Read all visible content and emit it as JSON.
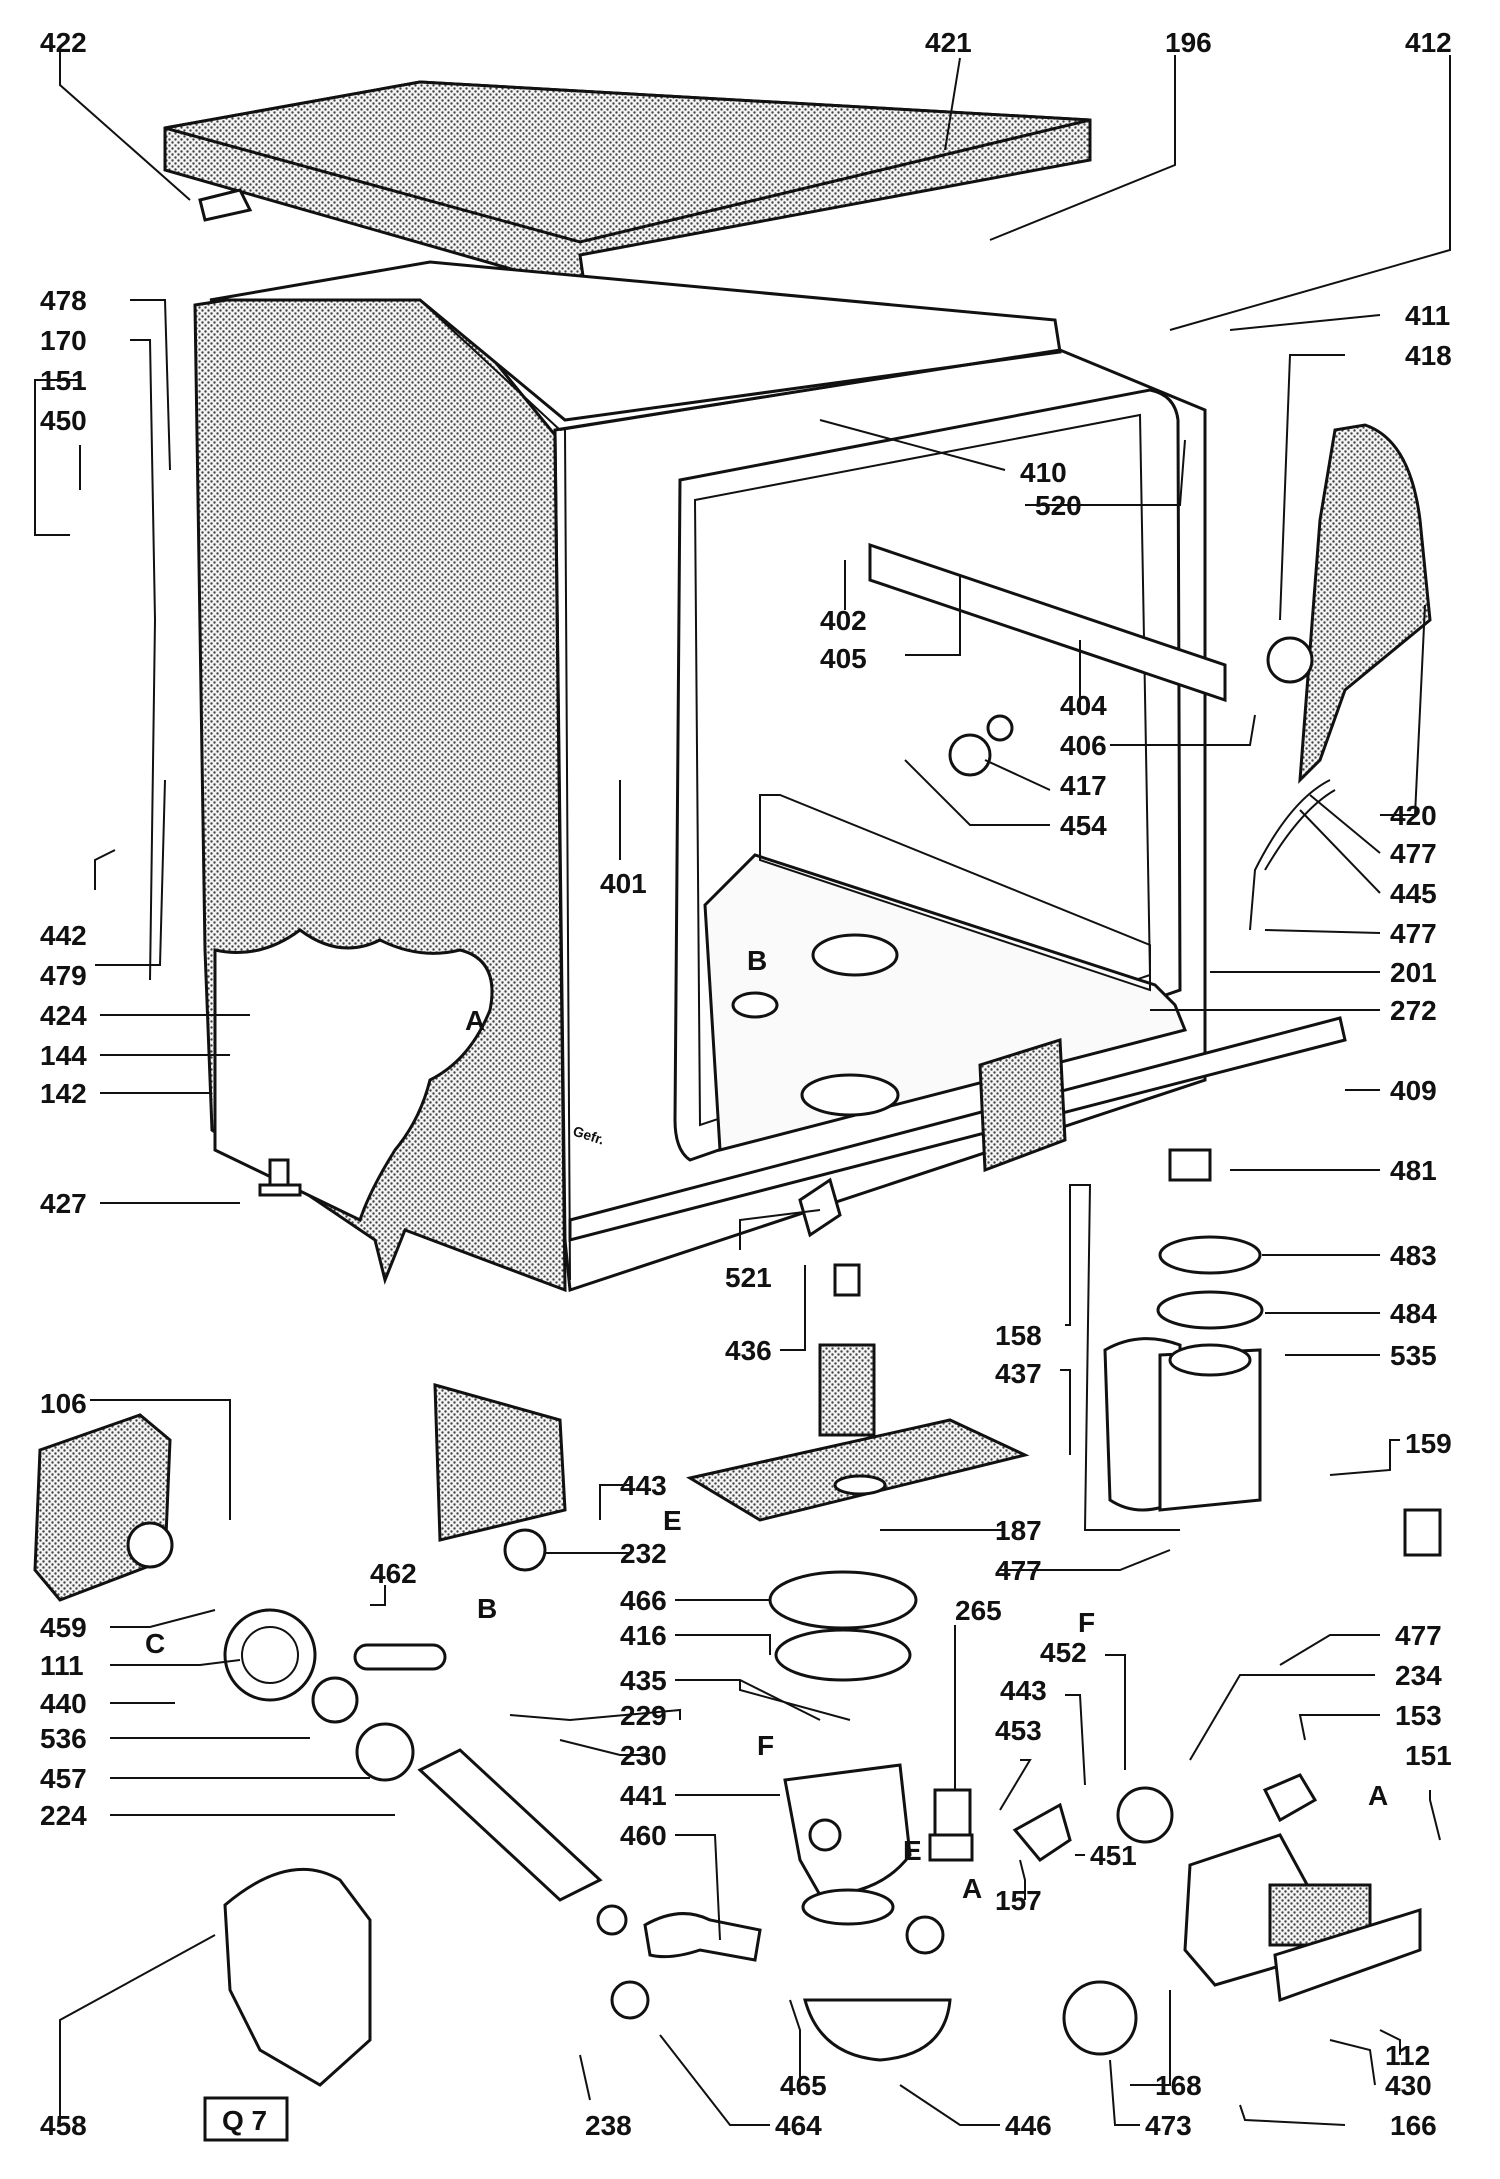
{
  "diagram": {
    "page_code": "Q 7",
    "part_numbers": {
      "p422": "422",
      "p421": "421",
      "p196": "196",
      "p412": "412",
      "p411": "411",
      "p418": "418",
      "p478": "478",
      "p170": "170",
      "p151a": "151",
      "p450": "450",
      "p410": "410",
      "p520": "520",
      "p402": "402",
      "p405": "405",
      "p404": "404",
      "p406": "406",
      "p417": "417",
      "p454": "454",
      "p420": "420",
      "p477a": "477",
      "p445": "445",
      "p477b": "477",
      "p201": "201",
      "p272": "272",
      "p401": "401",
      "p442": "442",
      "p479": "479",
      "p424": "424",
      "p144": "144",
      "p142": "142",
      "p409": "409",
      "p481": "481",
      "p427": "427",
      "p521": "521",
      "p483": "483",
      "p484": "484",
      "p535": "535",
      "p436": "436",
      "p158": "158",
      "p437": "437",
      "p106": "106",
      "p159": "159",
      "p443a": "443",
      "p232": "232",
      "p187": "187",
      "p462": "462",
      "p477c": "477",
      "p466": "466",
      "p265": "265",
      "p459": "459",
      "p111": "111",
      "p416": "416",
      "p477d": "477",
      "p452": "452",
      "p234": "234",
      "p440": "440",
      "p435": "435",
      "p443b": "443",
      "p153": "153",
      "p536": "536",
      "p229": "229",
      "p453": "453",
      "p151b": "151",
      "p457": "457",
      "p230": "230",
      "p441": "441",
      "p224": "224",
      "p460": "460",
      "p451": "451",
      "p157": "157",
      "p112": "112",
      "p168": "168",
      "p430": "430",
      "p458": "458",
      "p238": "238",
      "p464": "464",
      "p465": "465",
      "p446": "446",
      "p473": "473",
      "p166": "166"
    },
    "connectors": {
      "A1": "A",
      "B1": "B",
      "B2": "B",
      "C1": "C",
      "E1": "E",
      "E2": "E",
      "F1": "F",
      "F2": "F",
      "A2": "A",
      "A3": "A"
    },
    "door_marking": "Gefr."
  }
}
